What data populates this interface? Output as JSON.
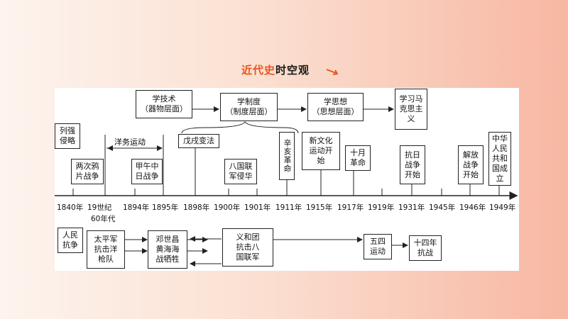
{
  "header": {
    "title_part1": "近代史",
    "title_part2": "时空观",
    "arrow_icon": "arrow-right-down"
  },
  "top_row": {
    "box1": [
      "学技术",
      "（器物层面）"
    ],
    "box2": [
      "学制度",
      "（制度层面）"
    ],
    "box3": [
      "学思想",
      "（思想层面）"
    ],
    "box4": [
      "学习马",
      "克思主",
      "义"
    ]
  },
  "events_above": {
    "invasion": [
      "列强",
      "侵略"
    ],
    "opium_wars": [
      "两次鸦",
      "片战争"
    ],
    "westernization": "洋务运动",
    "sino_japanese_war": [
      "甲午中",
      "日战争"
    ],
    "reform_1898": "戊戌变法",
    "eight_nation": [
      "八国联",
      "军侵华"
    ],
    "xinhai": "辛亥革命",
    "new_culture": [
      "新文化",
      "运动开",
      "始"
    ],
    "october_rev": [
      "十月",
      "革命"
    ],
    "anti_japan_start": [
      "抗日",
      "战争",
      "开始"
    ],
    "liberation_start": [
      "解放",
      "战争",
      "开始"
    ],
    "prc_founded": [
      "中华",
      "人民",
      "共和",
      "国成",
      "立"
    ]
  },
  "timeline": {
    "years": [
      "1840年",
      "19世纪",
      "60年代",
      "1894年",
      "1895年",
      "1898年",
      "1900年",
      "1901年",
      "1911年",
      "1915年",
      "1917年",
      "1919年",
      "1931年",
      "1945年",
      "1946年",
      "1949年"
    ]
  },
  "events_below": {
    "people_resist": [
      "人民",
      "抗争"
    ],
    "taiping": [
      "太平军",
      "抗击洋",
      "枪队"
    ],
    "deng_shichang": [
      "邓世昌",
      "黄海海",
      "战牺牲"
    ],
    "boxers": [
      "义和团",
      "抗击八",
      "国联军"
    ],
    "may_fourth": [
      "五四",
      "运动"
    ],
    "fourteen_years": [
      "十四年",
      "抗战"
    ]
  },
  "colors": {
    "accent": "#e8551c",
    "line": "#222222"
  }
}
